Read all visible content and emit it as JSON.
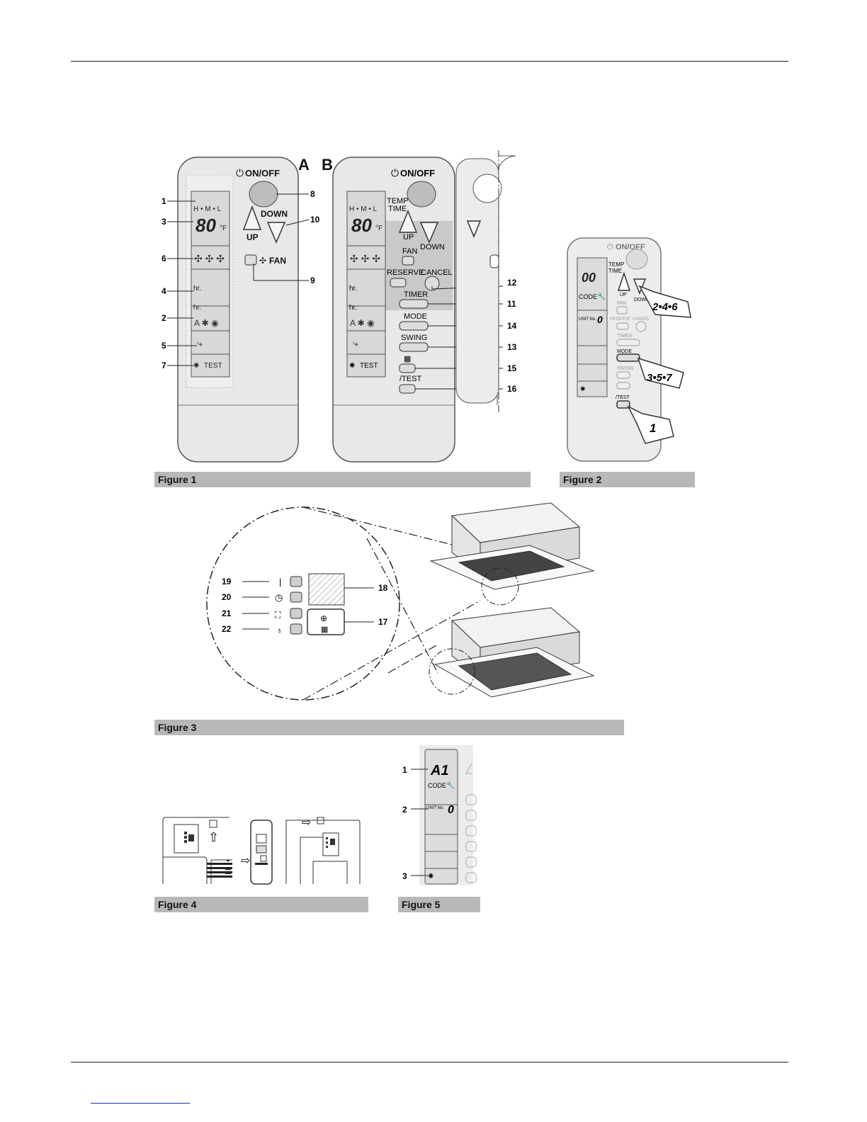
{
  "captions": {
    "fig1": "Figure 1",
    "fig2": "Figure 2",
    "fig3": "Figure 3",
    "fig4": "Figure 4",
    "fig5": "Figure 5"
  },
  "figure1": {
    "panel_a": "A",
    "panel_b": "B",
    "on_off": "ON/OFF",
    "up": "UP",
    "down": "DOWN",
    "fan": "FAN",
    "temp": "TEMP",
    "time": "TIME",
    "reserve": "RESERVE",
    "cancel": "CANCEL",
    "timer": "TIMER",
    "mode": "MODE",
    "swing": "SWING",
    "test": "TEST",
    "test_b": "/TEST",
    "display_digits": "80",
    "unit_f": "°F",
    "hml": "H • M • L",
    "hr": "hr.",
    "callouts": [
      "1",
      "3",
      "6",
      "4",
      "2",
      "5",
      "7",
      "8",
      "10",
      "9",
      "12",
      "11",
      "14",
      "13",
      "15",
      "16"
    ]
  },
  "figure2": {
    "on_off": "ON/OFF",
    "temp": "TEMP",
    "time": "TIME",
    "up": "UP",
    "down": "DOWN",
    "fan": "FAN",
    "reserve": "RESERVE",
    "cancel": "CANCEL",
    "timer": "TIMER",
    "mode": "MODE",
    "swing": "SWING",
    "test": "/TEST",
    "code": "CODE",
    "unit_no": "UNIT No.",
    "digits": "00",
    "unit_digit": "0",
    "step_a": "2•4•6",
    "step_b": "3•5•7",
    "step_c": "1"
  },
  "figure3": {
    "callouts_left": [
      "19",
      "20",
      "21",
      "22"
    ],
    "callouts_right": [
      "18",
      "17"
    ]
  },
  "figure5": {
    "code": "CODE",
    "unit_no": "UNIT No.",
    "digits": "A1",
    "unit_digit": "0",
    "callouts": [
      "1",
      "2",
      "3"
    ]
  }
}
